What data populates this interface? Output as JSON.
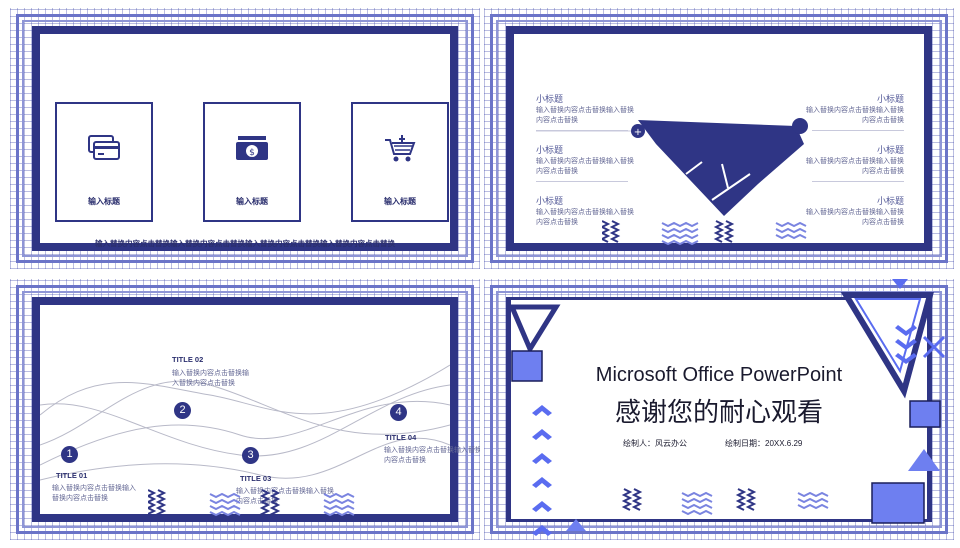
{
  "colors": {
    "navy": "#2f3585",
    "accent": "#6b74c8",
    "light": "#8e95d6",
    "blue": "#5a6cf0"
  },
  "slide1": {
    "cards": [
      {
        "icon": "credit-card-icon",
        "label": "输入标题"
      },
      {
        "icon": "money-icon",
        "label": "输入标题"
      },
      {
        "icon": "shopping-cart-icon",
        "label": "输入标题"
      }
    ],
    "description": "输入替换内容点击替换输入替换内容点击替换输入替换内容点击替换输入替换内容点击替换"
  },
  "slide2": {
    "items": [
      {
        "title": "小标题",
        "desc1": "输入替换内容点击替换输入替换",
        "desc2": "内容点击替换"
      },
      {
        "title": "小标题",
        "desc1": "输入替换内容点击替换输入替换",
        "desc2": "内容点击替换"
      },
      {
        "title": "小标题",
        "desc1": "输入替换内容点击替换输入替换",
        "desc2": "内容点击替换"
      },
      {
        "title": "小标题",
        "desc1": "输入替换内容点击替换输入替换",
        "desc2": "内容点击替换"
      },
      {
        "title": "小标题",
        "desc1": "输入替换内容点击替换输入替换",
        "desc2": "内容点击替换"
      },
      {
        "title": "小标题",
        "desc1": "输入替换内容点击替换输入替换",
        "desc2": "内容点击替换"
      }
    ]
  },
  "slide3": {
    "points": [
      {
        "num": "1",
        "title": "TITLE 01",
        "desc1": "输入替换内容点击替换输入",
        "desc2": "替换内容点击替换"
      },
      {
        "num": "2",
        "title": "TITLE 02",
        "desc1": "输入替换内容点击替换输",
        "desc2": "入替换内容点击替换"
      },
      {
        "num": "3",
        "title": "TITLE 03",
        "desc1": "输入替换内容点击替换输入替换",
        "desc2": "内容点击替换"
      },
      {
        "num": "4",
        "title": "TITLE 04",
        "desc1": "输入替换内容点击替换输入替换",
        "desc2": "内容点击替换"
      }
    ]
  },
  "slide4": {
    "title_en": "Microsoft Office PowerPoint",
    "title_cn": "感谢您的耐心观看",
    "author_label": "绘制人：风云办公",
    "date_label": "绘制日期：20XX.6.29"
  }
}
